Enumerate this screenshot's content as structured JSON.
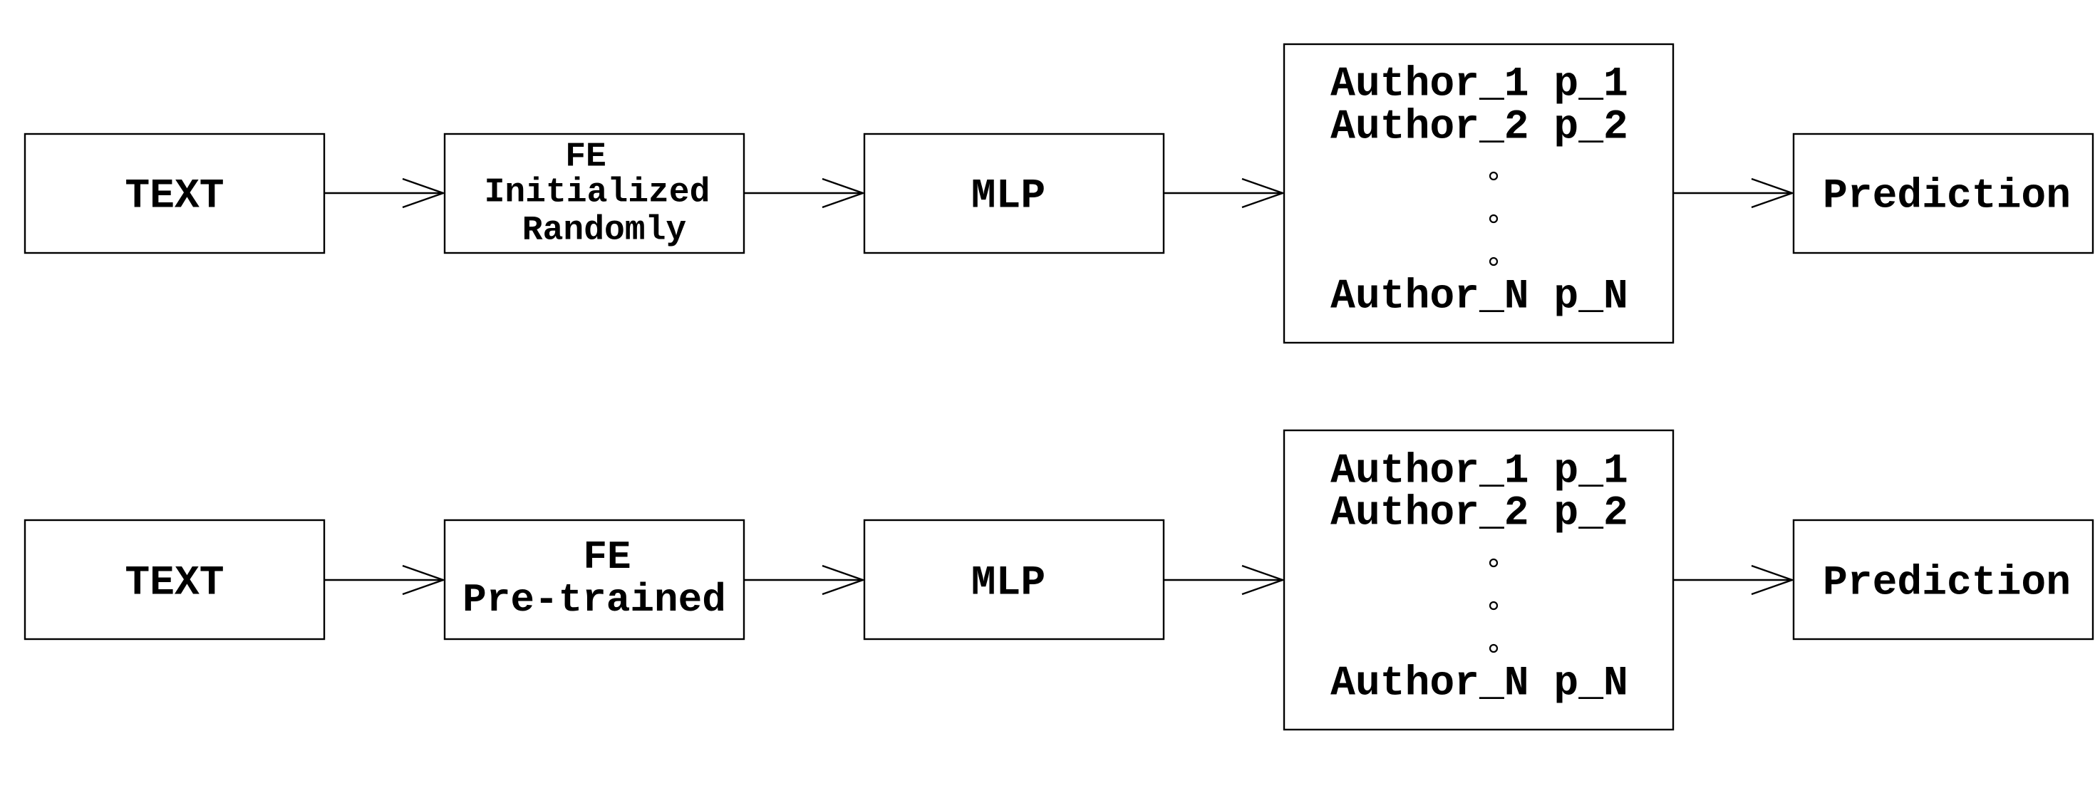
{
  "pipelines": [
    {
      "input_label": "TEXT",
      "fe_lines": [
        "FE",
        "Initialized",
        "Randomly"
      ],
      "mlp_label": "MLP",
      "output_lines": [
        "Author_1 p_1",
        "Author_2 p_2",
        "Author_N p_N"
      ],
      "prediction_label": "Prediction"
    },
    {
      "input_label": "TEXT",
      "fe_lines": [
        "FE",
        "Pre-trained"
      ],
      "mlp_label": "MLP",
      "output_lines": [
        "Author_1 p_1",
        "Author_2 p_2",
        "Author_N p_N"
      ],
      "prediction_label": "Prediction"
    }
  ]
}
